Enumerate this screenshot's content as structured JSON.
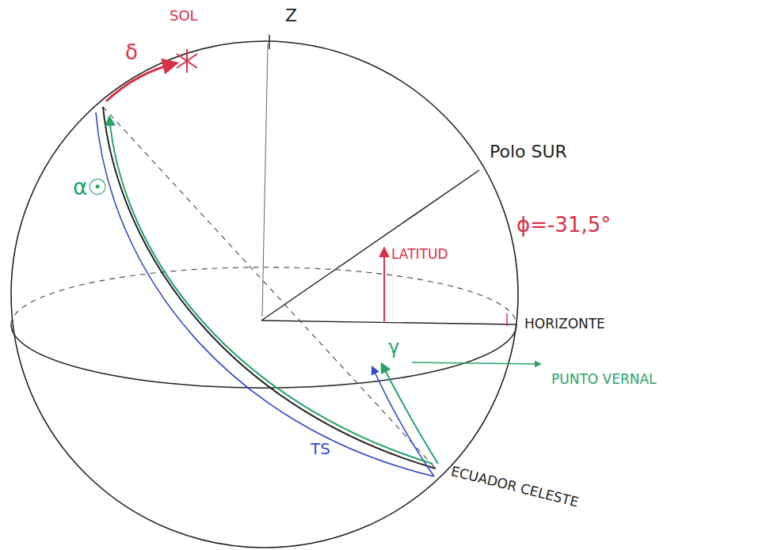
{
  "diagram": {
    "labels": [
      "Z",
      "SOL",
      "δ",
      "α☉",
      "Polo SUR",
      "ϕ=-31,5°",
      "LATITUD",
      "HORIZONTE",
      "γ",
      "PUNTO VERNAL",
      "TS",
      "ECUADOR CELESTE"
    ]
  }
}
